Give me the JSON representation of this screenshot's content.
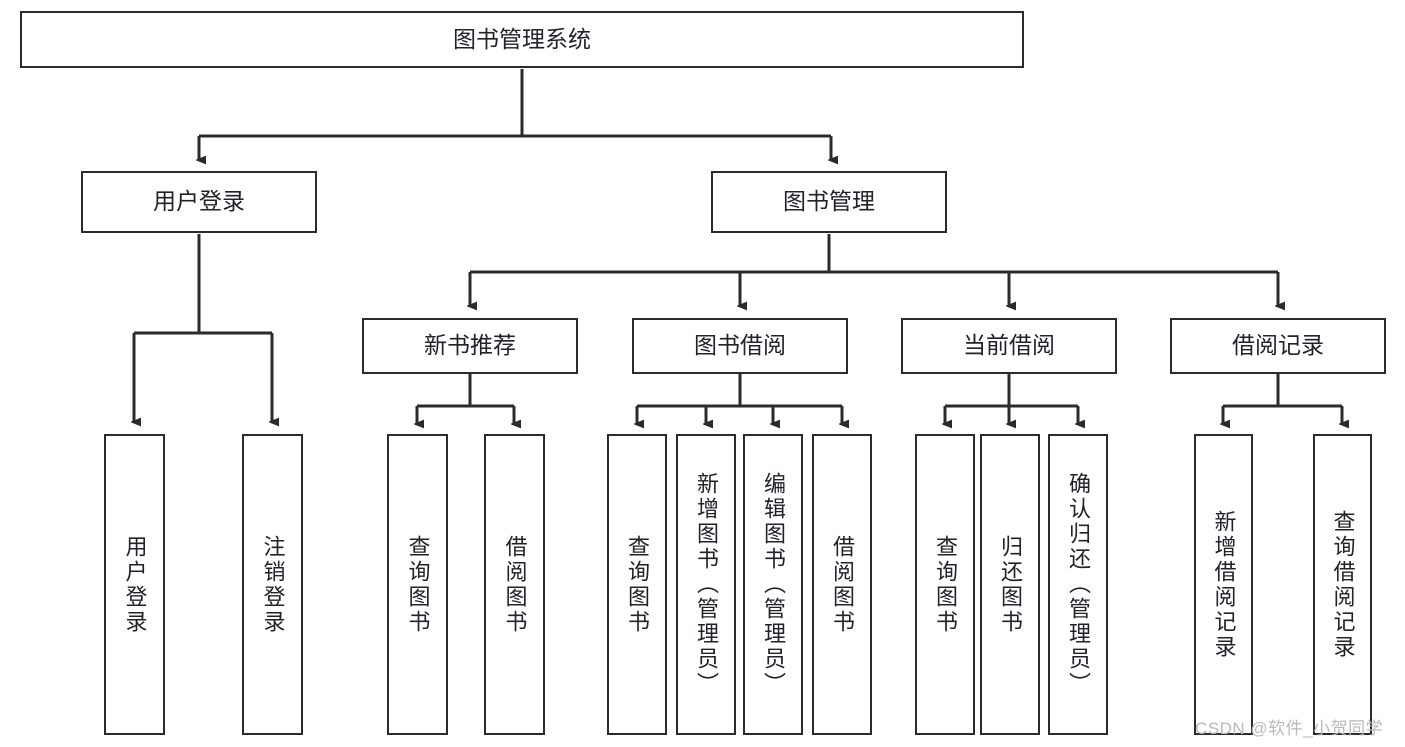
{
  "diagram": {
    "type": "tree",
    "title": "图书管理系统",
    "root": {
      "label": "图书管理系统"
    },
    "level2": [
      {
        "label": "用户登录"
      },
      {
        "label": "图书管理"
      }
    ],
    "level3": [
      {
        "label": "新书推荐"
      },
      {
        "label": "图书借阅"
      },
      {
        "label": "当前借阅"
      },
      {
        "label": "借阅记录"
      }
    ],
    "leaves": {
      "user_login": [
        {
          "label": "用户登录"
        },
        {
          "label": "注销登录"
        }
      ],
      "new_book_recommend": [
        {
          "label": "查询图书"
        },
        {
          "label": "借阅图书"
        }
      ],
      "book_borrow": [
        {
          "label": "查询图书"
        },
        {
          "label": "新增图书（管理员）"
        },
        {
          "label": "编辑图书（管理员）"
        },
        {
          "label": "借阅图书"
        }
      ],
      "current_borrow": [
        {
          "label": "查询图书"
        },
        {
          "label": "归还图书"
        },
        {
          "label": "确认归还（管理员）"
        }
      ],
      "borrow_record": [
        {
          "label": "新增借阅记录"
        },
        {
          "label": "查询借阅记录"
        }
      ]
    }
  },
  "watermark": {
    "text": "CSDN @软件_小贺同学"
  },
  "colors": {
    "border": "#2b2b2b",
    "text": "#20232a",
    "background": "#ffffff",
    "watermark": "#b9b9b9"
  }
}
